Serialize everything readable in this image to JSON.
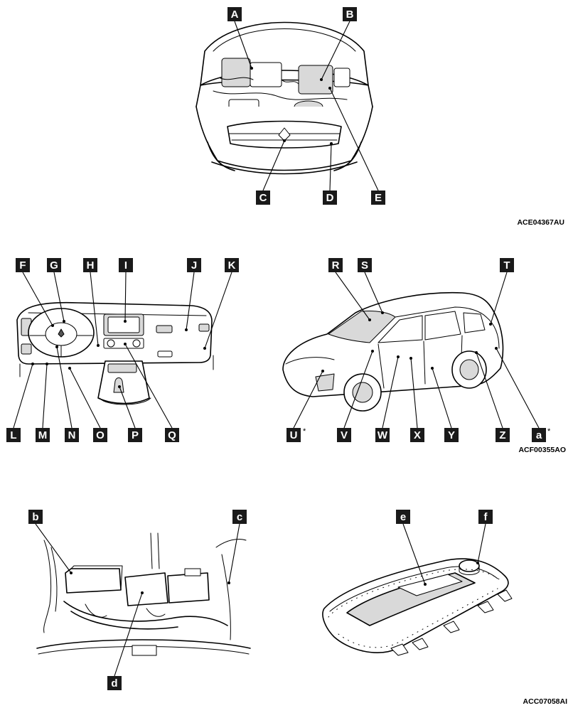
{
  "figures": [
    {
      "id": "engine-compartment",
      "code": "ACE04367AU",
      "labels": [
        {
          "text": "A"
        },
        {
          "text": "B"
        },
        {
          "text": "C"
        },
        {
          "text": "D"
        },
        {
          "text": "E"
        }
      ]
    },
    {
      "id": "dashboard",
      "code": "",
      "labels": [
        {
          "text": "F"
        },
        {
          "text": "G"
        },
        {
          "text": "H"
        },
        {
          "text": "I"
        },
        {
          "text": "J"
        },
        {
          "text": "K"
        },
        {
          "text": "L"
        },
        {
          "text": "M"
        },
        {
          "text": "N"
        },
        {
          "text": "O"
        },
        {
          "text": "P"
        },
        {
          "text": "Q"
        }
      ]
    },
    {
      "id": "vehicle-exterior",
      "code": "ACF00355AO",
      "labels": [
        {
          "text": "R"
        },
        {
          "text": "S"
        },
        {
          "text": "T"
        },
        {
          "text": "U",
          "note": "*"
        },
        {
          "text": "V"
        },
        {
          "text": "W"
        },
        {
          "text": "X"
        },
        {
          "text": "Y"
        },
        {
          "text": "Z"
        },
        {
          "text": "a",
          "note": "*"
        }
      ]
    },
    {
      "id": "motor-room",
      "code": "",
      "labels": [
        {
          "text": "b"
        },
        {
          "text": "c"
        },
        {
          "text": "d"
        }
      ]
    },
    {
      "id": "drive-battery",
      "code": "ACC07058AI",
      "labels": [
        {
          "text": "e"
        },
        {
          "text": "f"
        }
      ]
    }
  ]
}
